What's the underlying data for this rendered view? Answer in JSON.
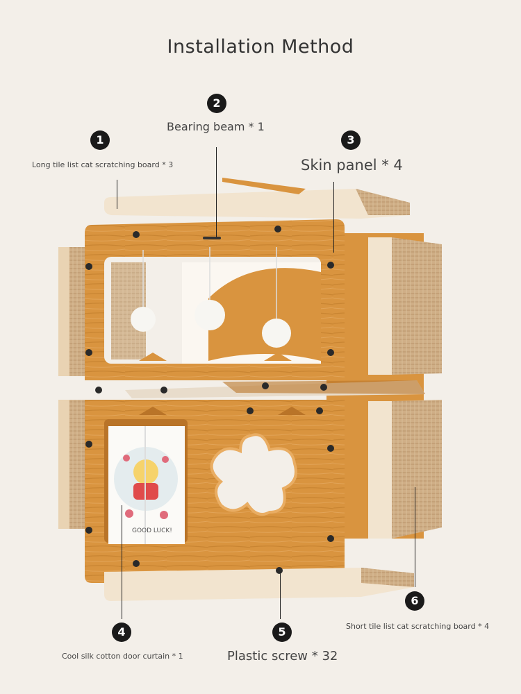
{
  "title": "Installation Method",
  "parts": [
    {
      "number": "1",
      "label": "Long tile list cat scratching board * 3"
    },
    {
      "number": "2",
      "label": "Bearing beam * 1"
    },
    {
      "number": "3",
      "label": "Skin panel * 4"
    },
    {
      "number": "4",
      "label": "Cool silk cotton door curtain * 1"
    },
    {
      "number": "5",
      "label": "Plastic screw * 32"
    },
    {
      "number": "6",
      "label": "Short tile list cat scratching board * 4"
    }
  ],
  "curtain": {
    "text": "GOOD LUCK!"
  },
  "colors": {
    "background": "#f3efe9",
    "wood": "#d9943f",
    "wood_dark": "#b97428",
    "cardboard": "#c9a67c",
    "cream": "#f2e4cf",
    "badge": "#1a1a1a"
  }
}
